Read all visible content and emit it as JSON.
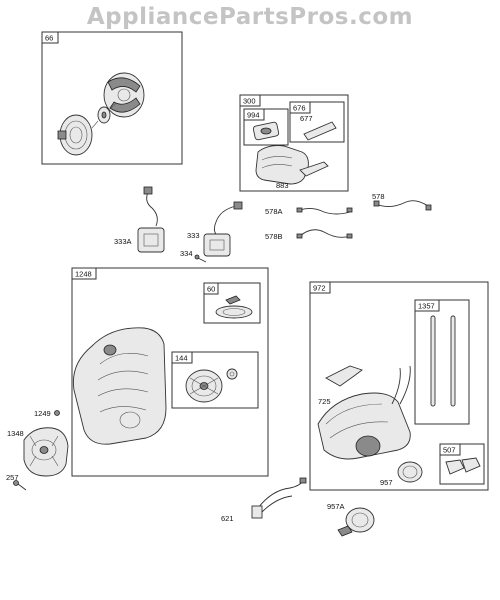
{
  "watermark": "AppliancePartsPros.com",
  "groups": [
    {
      "id": "66"
    },
    {
      "id": "300"
    },
    {
      "id": "994"
    },
    {
      "id": "676"
    },
    {
      "id": "1248"
    },
    {
      "id": "60"
    },
    {
      "id": "144"
    },
    {
      "id": "972"
    },
    {
      "id": "1357"
    },
    {
      "id": "507"
    }
  ],
  "callouts": [
    "677",
    "883",
    "578",
    "578A",
    "578B",
    "333A",
    "333",
    "334",
    "1249",
    "1348",
    "257",
    "725",
    "957",
    "957A",
    "621"
  ]
}
